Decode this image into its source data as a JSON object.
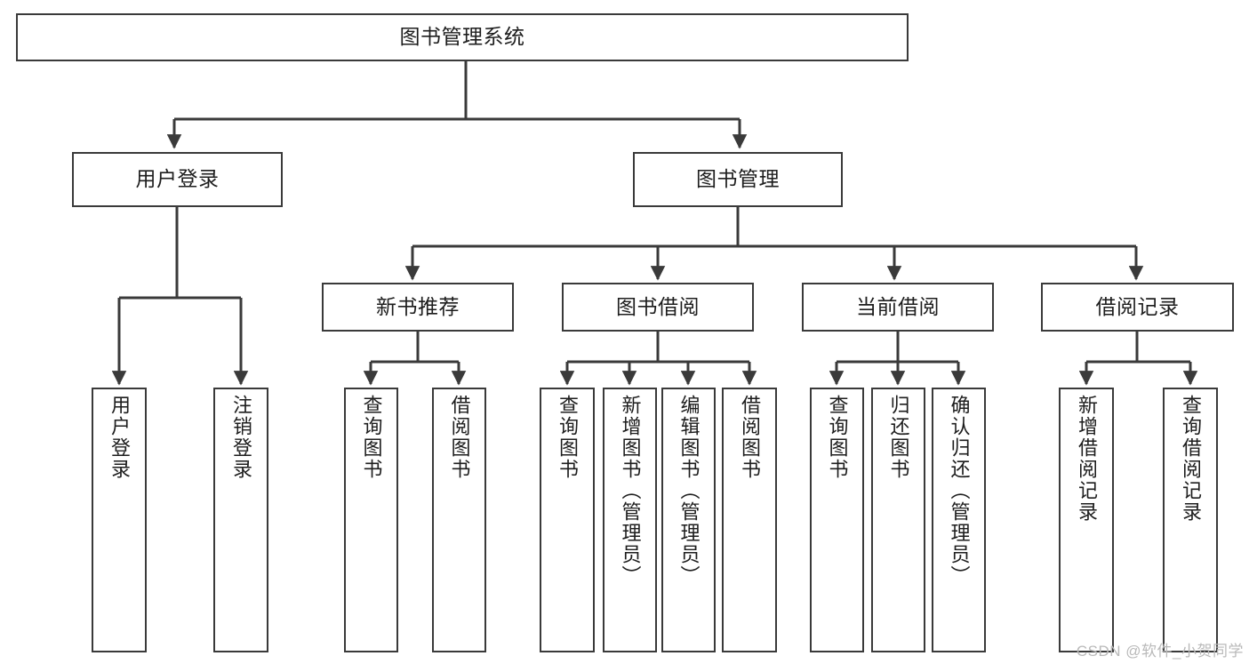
{
  "diagram": {
    "type": "tree-hierarchy",
    "title": "图书管理系统",
    "orientation": "top-down",
    "colors": {
      "stroke": "#3a3a3a",
      "fill": "#ffffff",
      "text": "#1d1d1d",
      "watermark": "#b9b9b9"
    },
    "watermark": "CSDN @软件_小贺同学",
    "levels": {
      "root": "图书管理系统",
      "level2": [
        "用户登录",
        "图书管理"
      ],
      "level3": [
        "新书推荐",
        "图书借阅",
        "当前借阅",
        "借阅记录"
      ],
      "leaves": [
        "用户登录",
        "注销登录",
        "查询图书",
        "借阅图书",
        "查询图书",
        "新增图书（管理员）",
        "编辑图书（管理员）",
        "借阅图书",
        "查询图书",
        "归还图书",
        "确认归还（管理员）",
        "新增借阅记录",
        "查询借阅记录"
      ]
    },
    "nodes": {
      "root": {
        "label": "图书管理系统"
      },
      "user_login": {
        "label": "用户登录"
      },
      "book_manage": {
        "label": "图书管理"
      },
      "new_book_rec": {
        "label": "新书推荐"
      },
      "book_borrow": {
        "label": "图书借阅"
      },
      "current_borrow": {
        "label": "当前借阅"
      },
      "borrow_record": {
        "label": "借阅记录"
      },
      "leaf_user_login": {
        "label": "用户登录"
      },
      "leaf_logout": {
        "label": "注销登录"
      },
      "leaf_query_book_a": {
        "label": "查询图书"
      },
      "leaf_borrow_book_a": {
        "label": "借阅图书"
      },
      "leaf_query_book_b": {
        "label": "查询图书"
      },
      "leaf_add_book": {
        "label": "新增图书（管理员）"
      },
      "leaf_edit_book": {
        "label": "编辑图书（管理员）"
      },
      "leaf_borrow_book_b": {
        "label": "借阅图书"
      },
      "leaf_query_book_c": {
        "label": "查询图书"
      },
      "leaf_return_book": {
        "label": "归还图书"
      },
      "leaf_confirm_return": {
        "label": "确认归还（管理员）"
      },
      "leaf_add_record": {
        "label": "新增借阅记录"
      },
      "leaf_query_record": {
        "label": "查询借阅记录"
      }
    },
    "edges": [
      {
        "from": "root",
        "to": "user_login"
      },
      {
        "from": "root",
        "to": "book_manage"
      },
      {
        "from": "user_login",
        "to": "leaf_user_login"
      },
      {
        "from": "user_login",
        "to": "leaf_logout"
      },
      {
        "from": "book_manage",
        "to": "new_book_rec"
      },
      {
        "from": "book_manage",
        "to": "book_borrow"
      },
      {
        "from": "book_manage",
        "to": "current_borrow"
      },
      {
        "from": "book_manage",
        "to": "borrow_record"
      },
      {
        "from": "new_book_rec",
        "to": "leaf_query_book_a"
      },
      {
        "from": "new_book_rec",
        "to": "leaf_borrow_book_a"
      },
      {
        "from": "book_borrow",
        "to": "leaf_query_book_b"
      },
      {
        "from": "book_borrow",
        "to": "leaf_add_book"
      },
      {
        "from": "book_borrow",
        "to": "leaf_edit_book"
      },
      {
        "from": "book_borrow",
        "to": "leaf_borrow_book_b"
      },
      {
        "from": "current_borrow",
        "to": "leaf_query_book_c"
      },
      {
        "from": "current_borrow",
        "to": "leaf_return_book"
      },
      {
        "from": "current_borrow",
        "to": "leaf_confirm_return"
      },
      {
        "from": "borrow_record",
        "to": "leaf_add_record"
      },
      {
        "from": "borrow_record",
        "to": "leaf_query_record"
      }
    ]
  }
}
